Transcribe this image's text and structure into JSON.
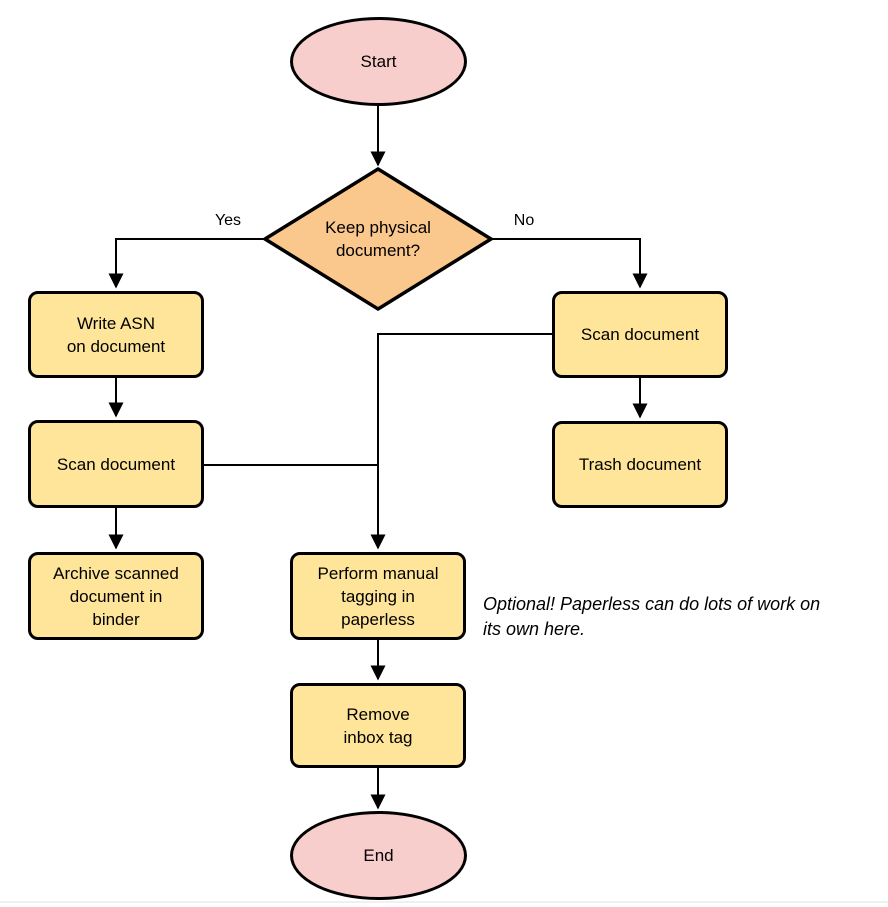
{
  "diagram": {
    "type": "flowchart",
    "colors": {
      "terminal_fill": "#F8CECC",
      "decision_fill": "#FAC78D",
      "process_fill": "#FFE599",
      "stroke": "#000000",
      "background": "#FFFFFF"
    },
    "nodes": {
      "start": {
        "label": "Start",
        "shape": "ellipse"
      },
      "decision": {
        "label": "Keep physical\ndocument?",
        "shape": "diamond"
      },
      "write_asn": {
        "label": "Write ASN\non document",
        "shape": "process"
      },
      "scan_left": {
        "label": "Scan document",
        "shape": "process"
      },
      "archive": {
        "label": "Archive scanned\ndocument in\nbinder",
        "shape": "process"
      },
      "scan_right": {
        "label": "Scan document",
        "shape": "process"
      },
      "trash": {
        "label": "Trash document",
        "shape": "process"
      },
      "tagging": {
        "label": "Perform manual\ntagging in\npaperless",
        "shape": "process"
      },
      "remove_inbox": {
        "label": "Remove\ninbox tag",
        "shape": "process"
      },
      "end": {
        "label": "End",
        "shape": "ellipse"
      }
    },
    "edge_labels": {
      "yes": "Yes",
      "no": "No"
    },
    "note": "Optional! Paperless can do lots of work on\nits own here."
  }
}
